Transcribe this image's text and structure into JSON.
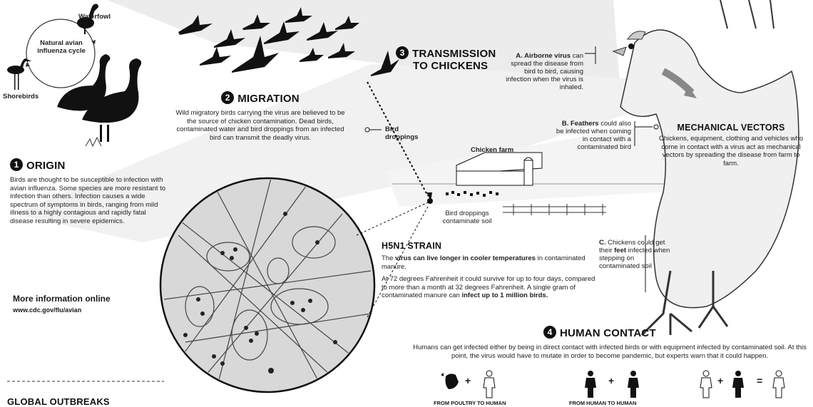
{
  "labels": {
    "waterfowl": "Waterfowl",
    "cycle": "Natural avian influenza cycle",
    "shorebirds": "Shorebirds",
    "bird_droppings": "Bird droppings",
    "chicken_farm": "Chicken farm",
    "droppings_soil": "Bird droppings contaminate soil"
  },
  "origin": {
    "number": "1",
    "title": "ORIGIN",
    "text": "Birds are thought to be susceptible to infection with avian influenza. Some species are more resistant to infection than others. Infection causes a wide spectrum of symptoms in birds, ranging from mild illness to a highly contagious and rapidly fatal disease resulting in severe epidemics."
  },
  "more_info": {
    "title": "More information online",
    "url": "www.cdc.gov/flu/avian"
  },
  "global": {
    "title": "GLOBAL OUTBREAKS"
  },
  "migration": {
    "number": "2",
    "title": "MIGRATION",
    "text": "Wild migratory birds carrying the virus are believed to be the source of chicken contamination. Dead birds, contaminated water and bird droppings from an infected bird can transmit the deadly virus."
  },
  "transmission": {
    "number": "3",
    "title_line1": "TRANSMISSION",
    "title_line2": "TO CHICKENS"
  },
  "airborne": {
    "lead": "A. Airborne virus",
    "text": "can spread the disease from bird to bird, causing infection when the virus is inhaled."
  },
  "feathers": {
    "lead": "B. Feathers",
    "text": "could also be infected when coming in contact with a contaminated bird"
  },
  "feet": {
    "lead": "C.",
    "text1": "Chickens could get their",
    "bold": "feet",
    "text2": "infected when stepping on contaminated soil"
  },
  "vectors": {
    "title": "MECHANICAL VECTORS",
    "text": "Chickens, equipment, clothing and vehicles who come in contact with a virus act as mechanical vectors by spreading the disease from farm to farm."
  },
  "strain": {
    "title": "H5N1 STRAIN",
    "p1_pre": "The",
    "p1_bold": "virus can live longer in cooler temperatures",
    "p1_post": "in contaminated manure.",
    "p2_pre": "At 72 degrees Fahrenheit it could survive for up to four days, compared to more than a month at 32 degrees Fahrenheit. A single gram of contaminated manure can",
    "p2_bold": "infect up to 1 million birds."
  },
  "human": {
    "number": "4",
    "title": "HUMAN CONTACT",
    "text": "Humans can get infected either by being in direct contact with infected birds or with equipment infected by contaminated soil. At this point, the virus would have to mutate in order to become pandemic, but experts warn that it could happen.",
    "route1": "FROM POULTRY TO HUMAN",
    "route2": "FROM HUMAN TO HUMAN",
    "plus": "+",
    "equals": "="
  },
  "colors": {
    "ink": "#111111",
    "beam": "#e6e6e6",
    "farm_shade": "#f2f2f2"
  }
}
